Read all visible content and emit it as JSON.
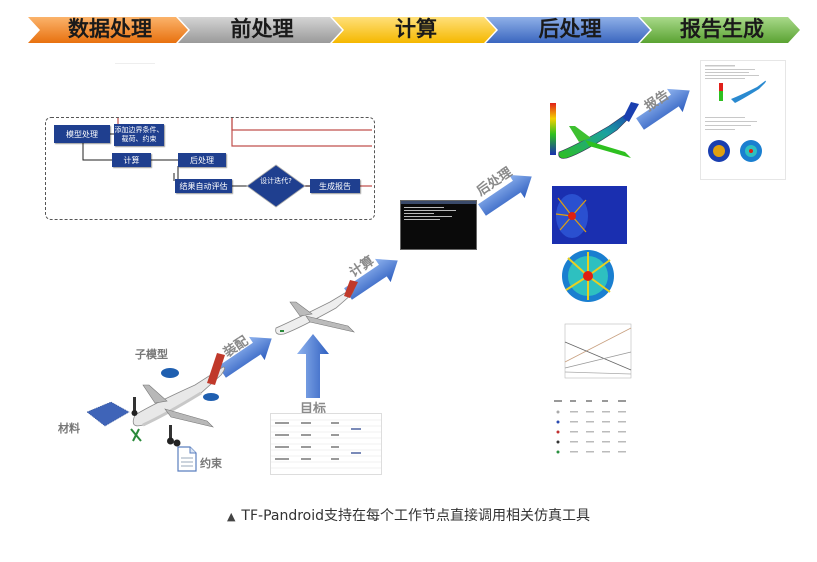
{
  "stages": [
    {
      "label": "数据处理",
      "color": "#f5821f"
    },
    {
      "label": "前处理",
      "color": "#a6a6a6"
    },
    {
      "label": "计算",
      "color": "#ffc000"
    },
    {
      "label": "后处理",
      "color": "#4472c4"
    },
    {
      "label": "报告生成",
      "color": "#70ad47"
    }
  ],
  "flowchart": {
    "model_processing": "模型处理",
    "add_conditions": "添加边界条件、载荷、约束",
    "compute": "计算",
    "postprocess": "后处理",
    "auto_evaluate": "结果自动评估",
    "design_iteration": "设计迭代?",
    "generate_report": "生成报告"
  },
  "arrows": {
    "assembly": "装配",
    "compute": "计算",
    "postprocess": "后处理",
    "report": "报告",
    "target": "目标"
  },
  "labels": {
    "submodel": "子模型",
    "material": "材料",
    "constraint": "约束"
  },
  "caption": {
    "marker": "▲",
    "text": "TF-Pandroid支持在每个工作节点直接调用相关仿真工具"
  },
  "colors": {
    "arrow_blue": "#4a7bd1",
    "flow_box": "#1f3f8f",
    "flow_line": "#c0504d"
  }
}
